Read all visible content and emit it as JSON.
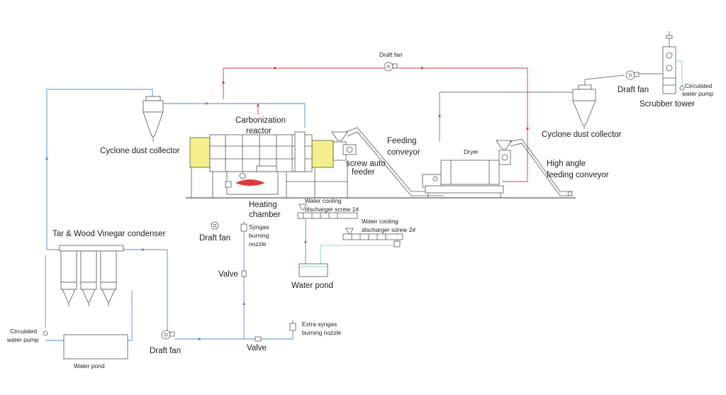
{
  "colors": {
    "flue_gas_line": "#e0393b",
    "syngas_line": "#4a8ed2",
    "material_line": "#777777",
    "water_line": "#38b24a",
    "reactor_panel": "#f3ef8a",
    "flame": "#e0393b"
  },
  "labels": {
    "draft_fan_top": "Draft fan",
    "draft_fan_right": "Draft fan",
    "draft_fan_middle": "Draft fan",
    "draft_fan_bottom": "Draft fan",
    "circulated_pump_right_1": "Circulated",
    "circulated_pump_right_2": "water pump",
    "scrubber_tower": "Scrubber tower",
    "cyclone_right": "Cyclone dust collector",
    "cyclone_left": "Cyclone dust collector",
    "carbonization_reactor_1": "Carbonization",
    "carbonization_reactor_2": "reactor",
    "feeding_conveyor_1": "Feeding",
    "feeding_conveyor_2": "conveyor",
    "screw_feeder_1": "screw auto",
    "screw_feeder_2": "feeder",
    "dryer": "Dryer",
    "high_angle_1": "High angle",
    "high_angle_2": "feeding conveyor",
    "heating_chamber_1": "Heating",
    "heating_chamber_2": "chamber",
    "discharger_1_line1": "Water cooling",
    "discharger_1_line2": "discharger screw 1#",
    "discharger_2_line1": "Water cooling",
    "discharger_2_line2": "discharger screw 2#",
    "syngas_nozzle_1": "Syngas",
    "syngas_nozzle_2": "burning",
    "syngas_nozzle_3": "nozzle",
    "condenser": "Tar & Wood Vinegar condenser",
    "valve_middle": "Valve",
    "valve_bottom": "Valve",
    "water_pond_middle": "Water pond",
    "water_pond_bottom": "Water pond",
    "extra_nozzle_1": "Extra syngas",
    "extra_nozzle_2": "burning nozzle",
    "circulated_pump_left_1": "Circulated",
    "circulated_pump_left_2": "water pump"
  }
}
